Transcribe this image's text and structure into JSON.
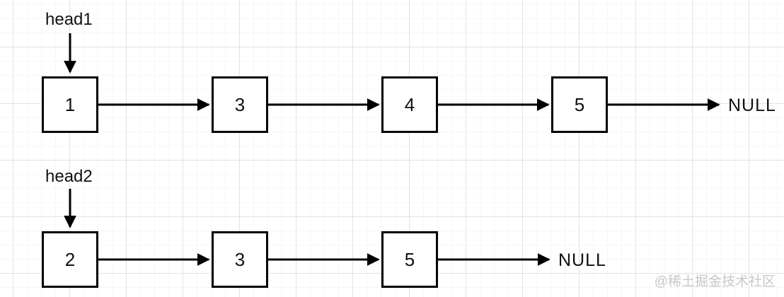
{
  "diagram": {
    "title_hint": "two singly linked lists",
    "lists": [
      {
        "head_label": "head1",
        "nodes": [
          "1",
          "3",
          "4",
          "5"
        ],
        "terminal": "NULL"
      },
      {
        "head_label": "head2",
        "nodes": [
          "2",
          "3",
          "5"
        ],
        "terminal": "NULL"
      }
    ],
    "watermark": "@稀土掘金技术社区",
    "colors": {
      "stroke": "#000000",
      "node_fill": "#ffffff",
      "grid_major": "#e2e2e2",
      "grid_minor": "#f6f6f6",
      "watermark_text": "#c7c7c7"
    }
  }
}
